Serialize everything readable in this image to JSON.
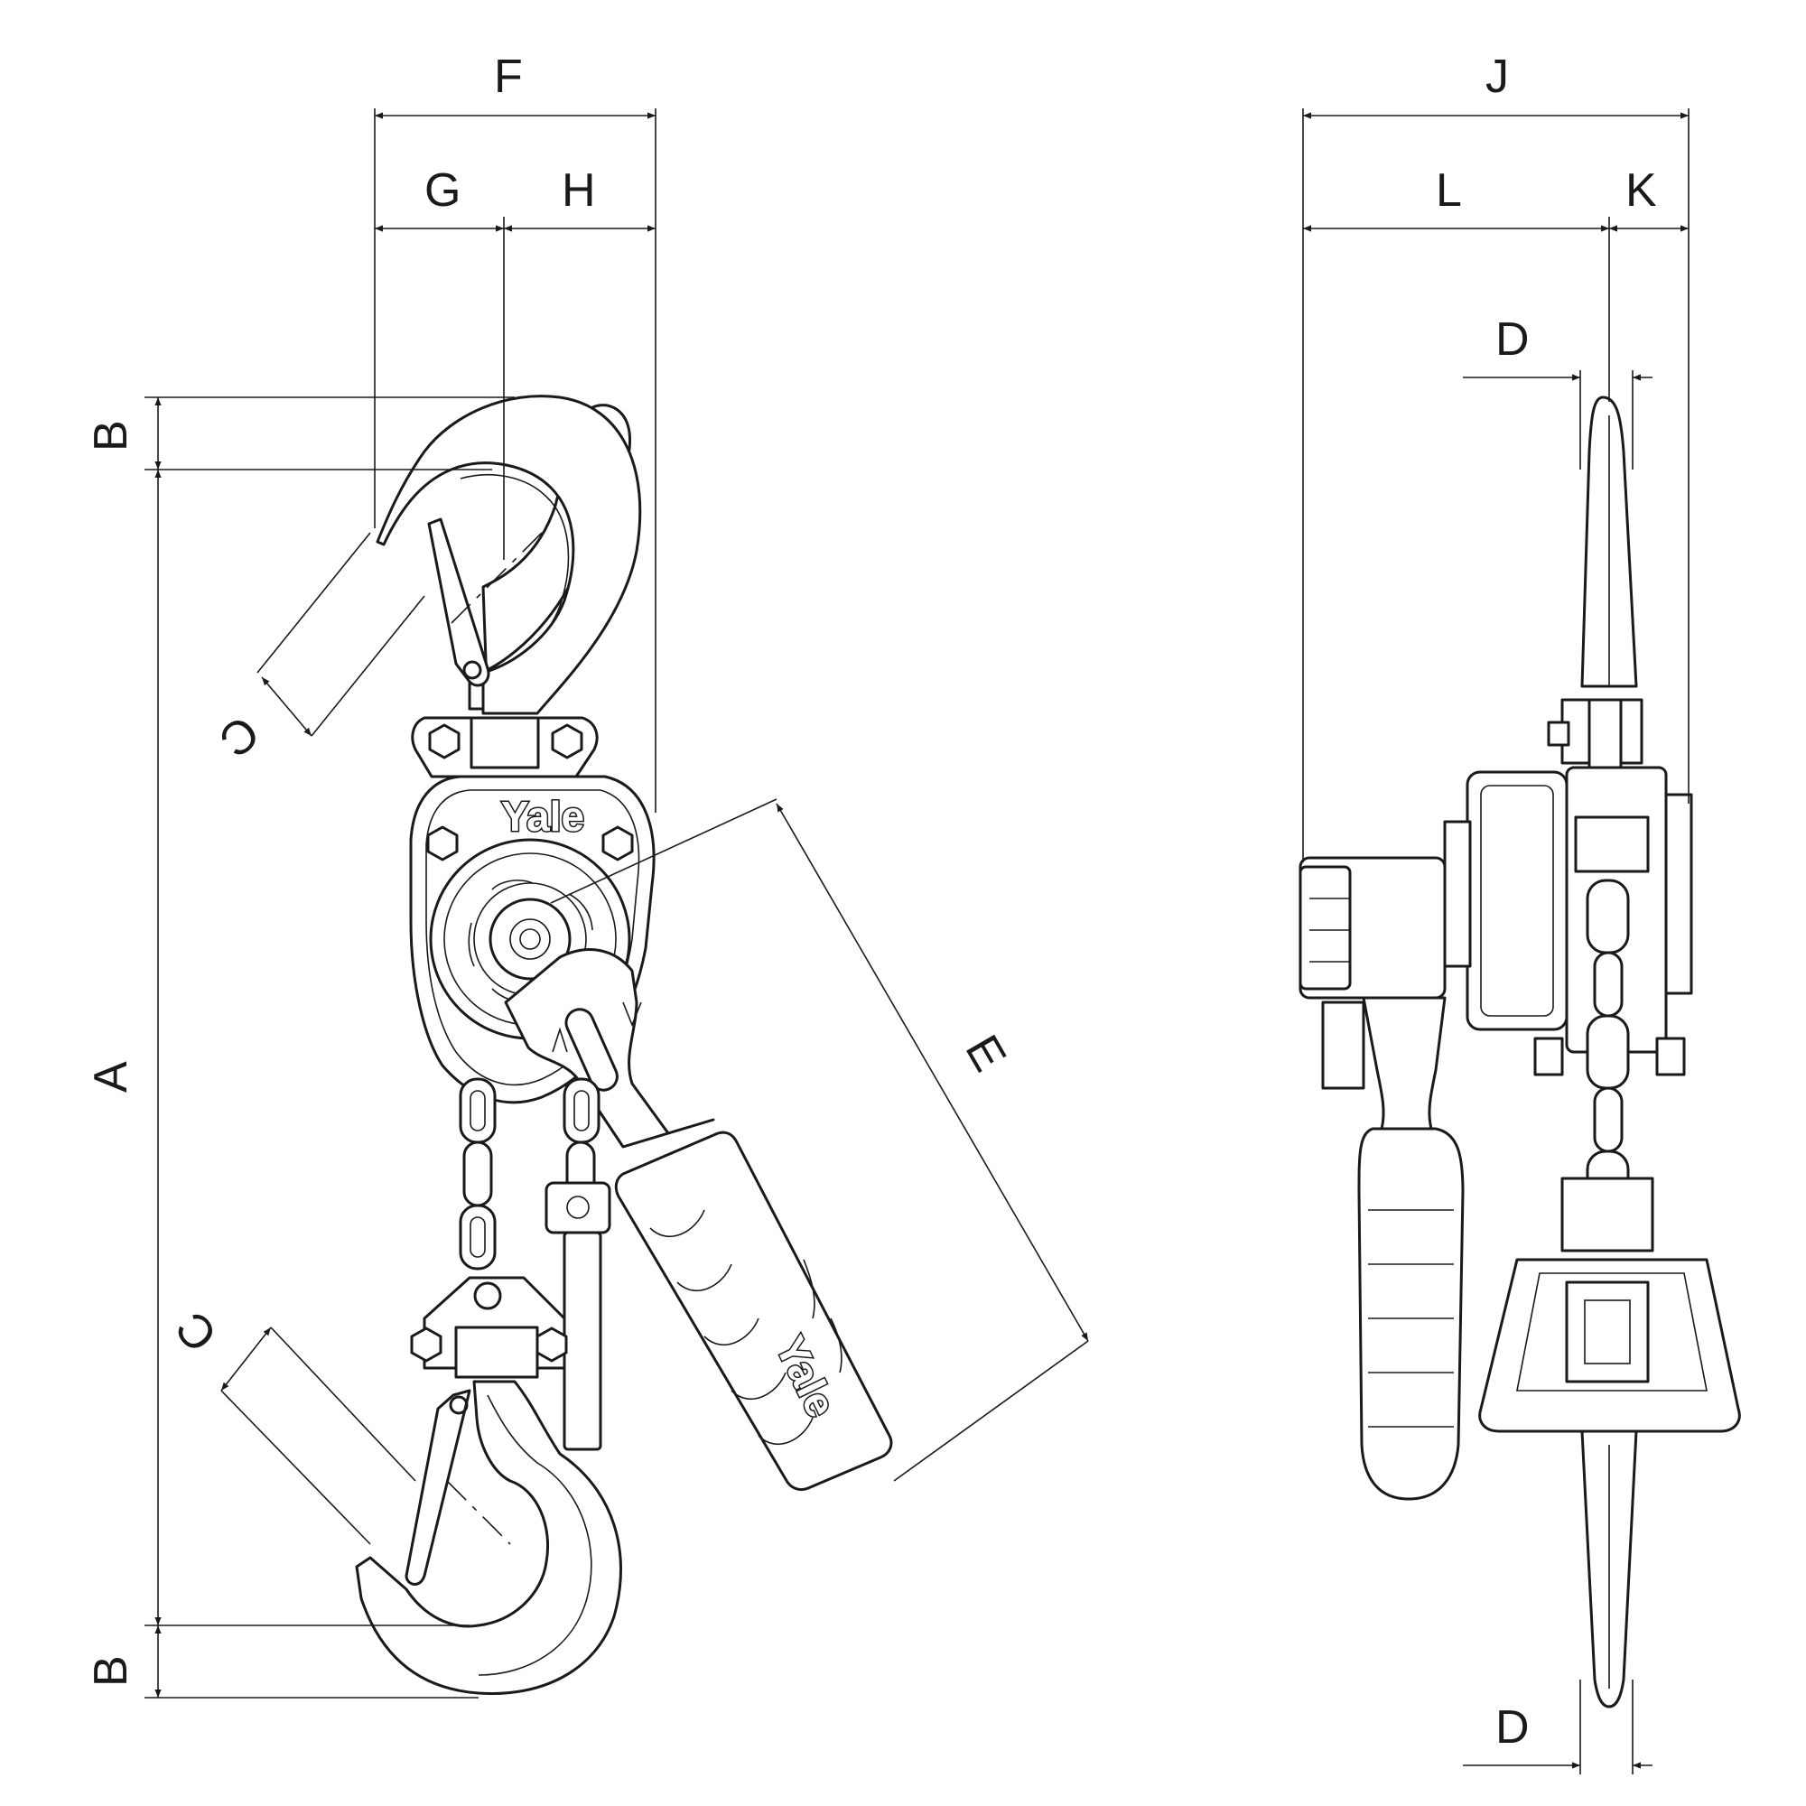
{
  "labels": {
    "A": "A",
    "B_top": "B",
    "B_bottom": "B",
    "C_top": "C",
    "C_bottom": "C",
    "D_top": "D",
    "D_bottom": "D",
    "E": "E",
    "F": "F",
    "G": "G",
    "H": "H",
    "J": "J",
    "K": "K",
    "L": "L"
  },
  "brand": {
    "body_logo": "Yale",
    "handle_logo": "Yale"
  }
}
